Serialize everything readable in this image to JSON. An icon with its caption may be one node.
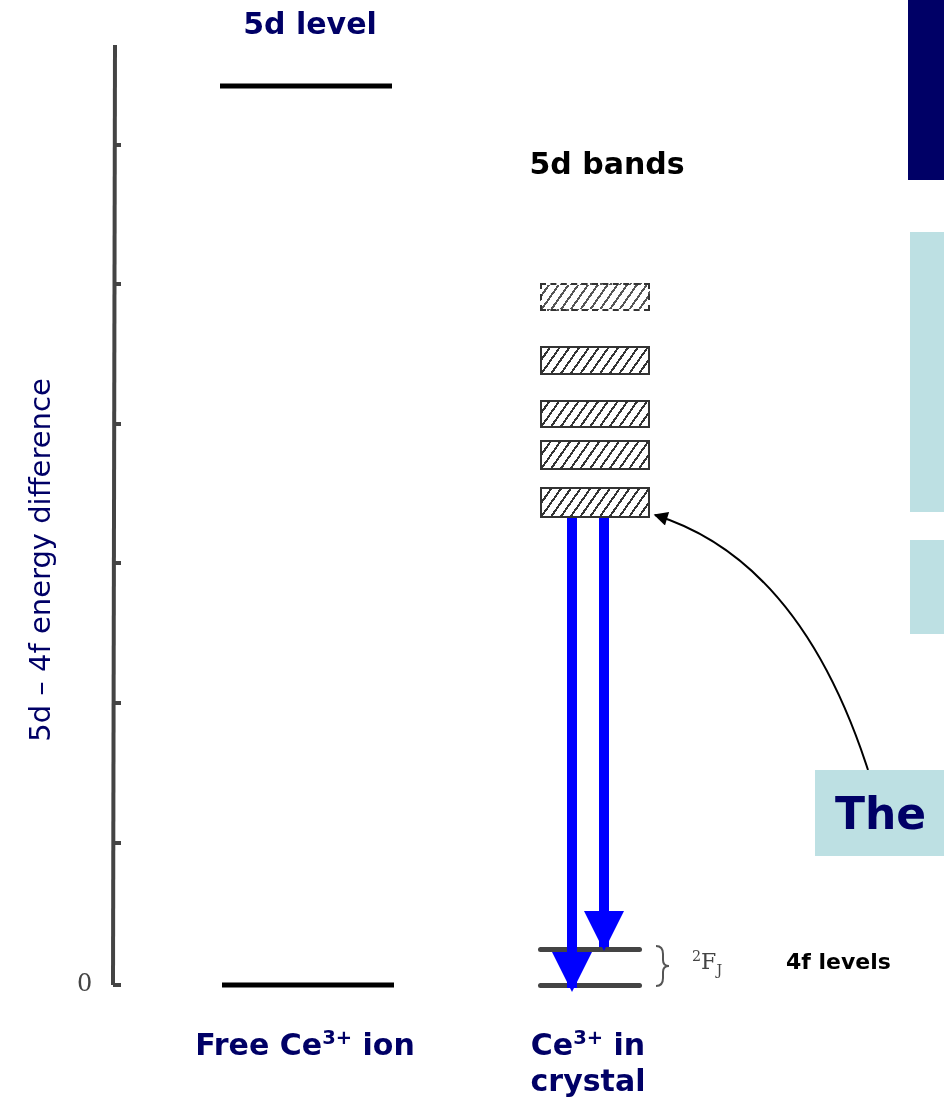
{
  "diagram": {
    "nodes": [
      {
        "text": [],
        "shape": "box"
      },
      {
        "text": [],
        "shape": "box"
      },
      {
        "text": [],
        "shape": "box"
      },
      {
        "text": [],
        "shape": "bar"
      },
      {
        "text": [],
        "shape": "bar"
      },
      {
        "text": [],
        "shape": "bar"
      },
      {
        "text": [],
        "shape": "bar"
      },
      {
        "text": [],
        "shape": "bar"
      },
      {
        "text": [],
        "shape": "bar"
      },
      {
        "text": [],
        "shape": "bar"
      },
      {
        "text": [
          "The"
        ]
      }
    ],
    "edges": [
      {
        "from": 7,
        "to": 9,
        "arrow": "to"
      },
      {
        "from": 7,
        "to": 8,
        "arrow": "to"
      },
      {
        "from": 10,
        "to": 7,
        "arrow": "to",
        "color": "#000000"
      }
    ],
    "labels": [
      "5d level",
      "5d bands",
      "5d – 4f energy difference",
      "$^{2}$F$_{J}$",
      "0",
      "4f levels",
      "Free Ce$^{3+}$ ion",
      "Ce$^{3+}$ in crystal"
    ]
  }
}
